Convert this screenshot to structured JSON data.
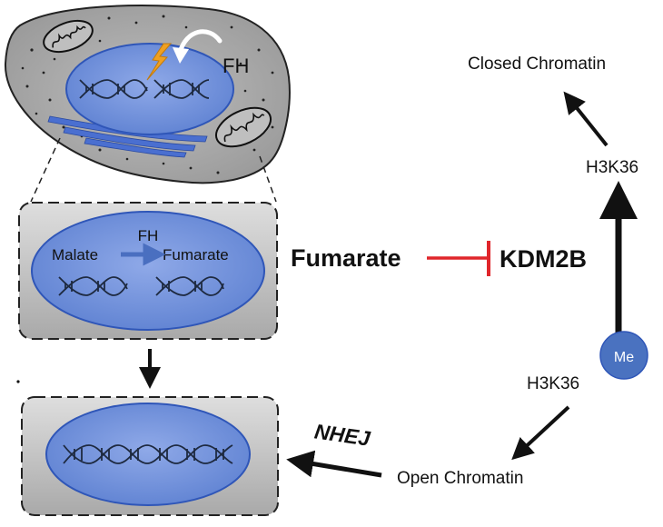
{
  "cell": {
    "fh_label": "FH"
  },
  "mito_box": {
    "enzyme_label": "FH",
    "substrate_label": "Malate",
    "product_label": "Fumarate"
  },
  "pathway": {
    "metabolite_label": "Fumarate",
    "target_label": "KDM2B",
    "methyl_badge": "Me",
    "histone_methylated_label": "H3K36",
    "histone_top_label": "H3K36",
    "closed_chromatin_label": "Closed Chromatin",
    "open_chromatin_label": "Open Chromatin",
    "repair_label": "NHEJ"
  },
  "colors": {
    "nucleus_fill": "#6f8fd8",
    "nucleus_stroke": "#2f56b8",
    "cell_fill": "#a8a8a8",
    "box_fill": "#c4c4c4",
    "inhibit": "#e0262b",
    "me_fill": "#4a72c0",
    "lightning": "#f0a020"
  }
}
